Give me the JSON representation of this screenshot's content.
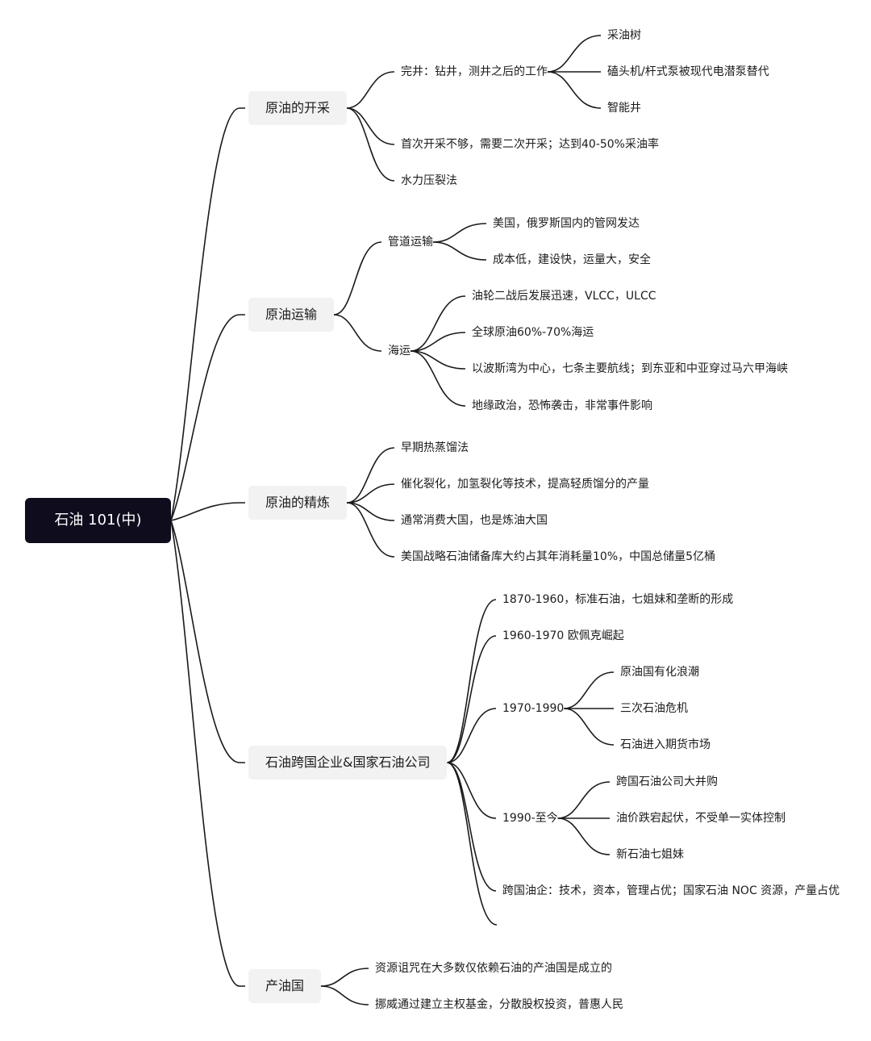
{
  "root": "石油 101(中)",
  "branches": {
    "mining": {
      "label": "原油的开采",
      "completion": {
        "label": "完井：钻井，测井之后的工作",
        "items": [
          "采油树",
          "磕头机/杆式泵被现代电潜泵替代",
          "智能井"
        ]
      },
      "items": [
        "首次开采不够，需要二次开采；达到40-50%采油率",
        "水力压裂法"
      ]
    },
    "transport": {
      "label": "原油运输",
      "pipeline": {
        "label": "管道运输",
        "items": [
          "美国，俄罗斯国内的管网发达",
          "成本低，建设快，运量大，安全"
        ]
      },
      "shipping": {
        "label": "海运",
        "items": [
          "油轮二战后发展迅速，VLCC，ULCC",
          "全球原油60%-70%海运",
          "以波斯湾为中心，七条主要航线；到东亚和中亚穿过马六甲海峡",
          "地缘政治，恐怖袭击，非常事件影响"
        ]
      }
    },
    "refining": {
      "label": "原油的精炼",
      "items": [
        "早期热蒸馏法",
        "催化裂化，加氢裂化等技术，提高轻质馏分的产量",
        "通常消费大国，也是炼油大国",
        "美国战略石油储备库大约占其年消耗量10%，中国总储量5亿桶"
      ]
    },
    "companies": {
      "label": "石油跨国企业&国家石油公司",
      "era1": "1870-1960，标准石油，七姐妹和垄断的形成",
      "era2": "1960-1970 欧佩克崛起",
      "era3": {
        "label": "1970-1990",
        "items": [
          "原油国有化浪潮",
          "三次石油危机",
          "石油进入期货市场"
        ]
      },
      "era4": {
        "label": "1990-至今",
        "items": [
          "跨国石油公司大并购",
          "油价跌宕起伏，不受单一实体控制",
          "新石油七姐妹"
        ]
      },
      "summary": "跨国油企：技术，资本，管理占优；国家石油 NOC 资源，产量占优"
    },
    "producers": {
      "label": "产油国",
      "items": [
        "资源诅咒在大多数仅依赖石油的产油国是成立的",
        "挪威通过建立主权基金，分散股权投资，普惠人民"
      ]
    }
  }
}
